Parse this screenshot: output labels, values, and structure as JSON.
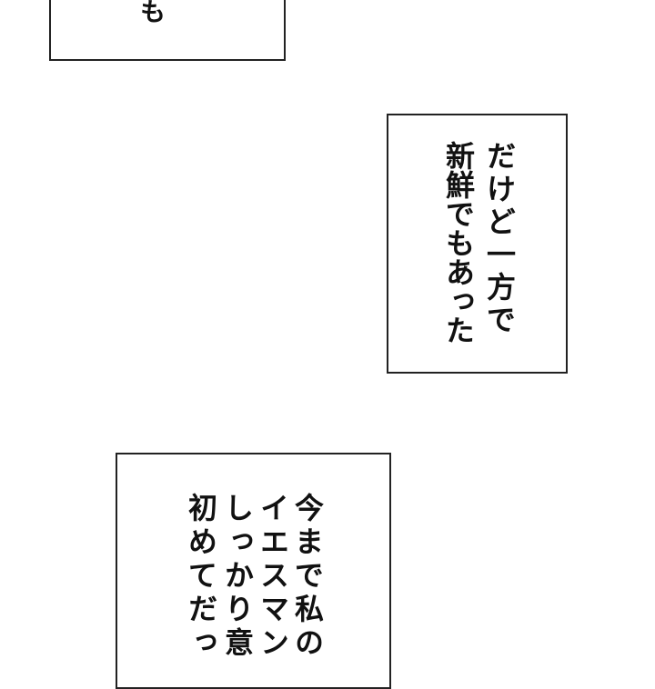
{
  "panels": [
    {
      "lines": [
        "も"
      ]
    },
    {
      "lines": [
        "だけど一方で",
        "新鮮でもあった"
      ]
    },
    {
      "lines": [
        "今まで私の",
        "イエスマン",
        "しっかり意",
        "初めてだっ"
      ]
    }
  ]
}
